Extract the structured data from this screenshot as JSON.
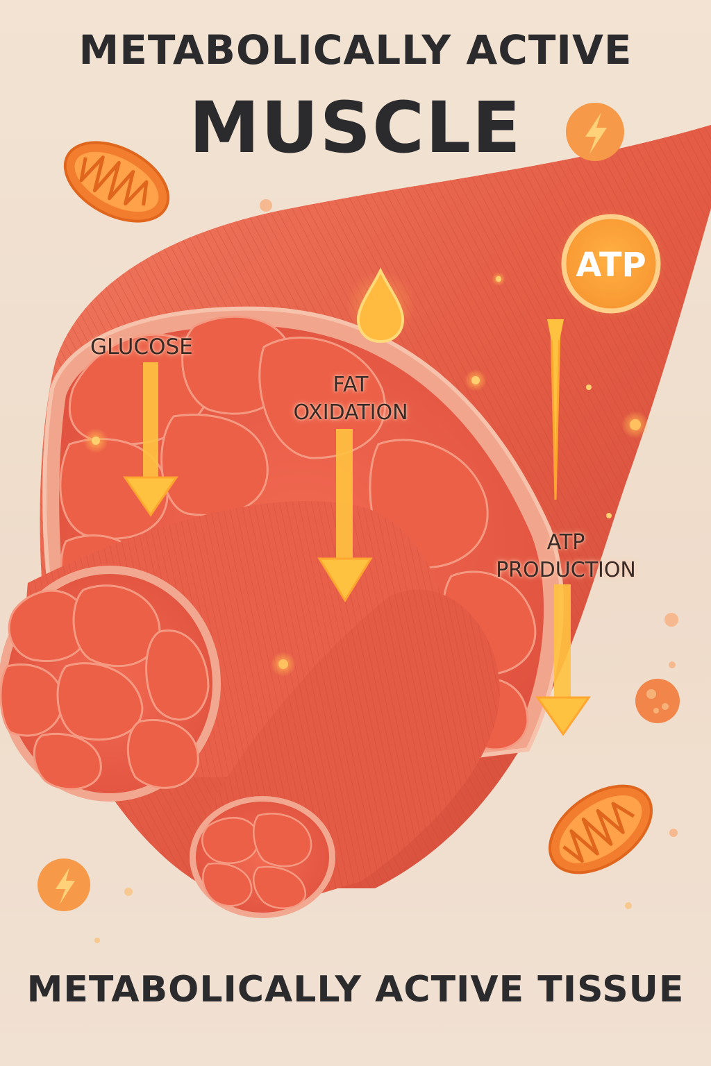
{
  "title": {
    "line1": "METABOLICALLY ACTIVE",
    "line2": "MUSCLE"
  },
  "footer": "METABOLICALLY ACTIVE TISSUE",
  "labels": {
    "glucose": "GLUCOSE",
    "fat_line1": "FAT",
    "fat_line2": "OXIDATION",
    "atp_line1": "ATP",
    "atp_line2": "PRODUCTION"
  },
  "atp_badge": "ATP",
  "icons": [
    "mitochondrion-icon",
    "lightning-icon",
    "droplet-icon",
    "atp-badge-icon",
    "arrow-down-icon"
  ],
  "colors": {
    "muscle": "#e8604a",
    "muscle_dark": "#c84535",
    "muscle_light": "#f4907a",
    "arrow": "#ffc240",
    "accent": "#f6953e",
    "text": "#2b2b2e"
  }
}
